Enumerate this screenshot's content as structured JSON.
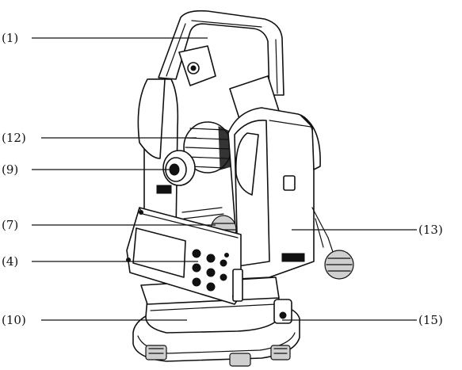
{
  "callouts": [
    {
      "id": "1",
      "text": "(1)"
    },
    {
      "id": "12",
      "text": "(12)"
    },
    {
      "id": "9",
      "text": "(9)"
    },
    {
      "id": "7",
      "text": "(7)"
    },
    {
      "id": "4",
      "text": "(4)"
    },
    {
      "id": "10",
      "text": "(10)"
    },
    {
      "id": "13",
      "text": "(13)"
    },
    {
      "id": "15",
      "text": "(15)"
    }
  ]
}
